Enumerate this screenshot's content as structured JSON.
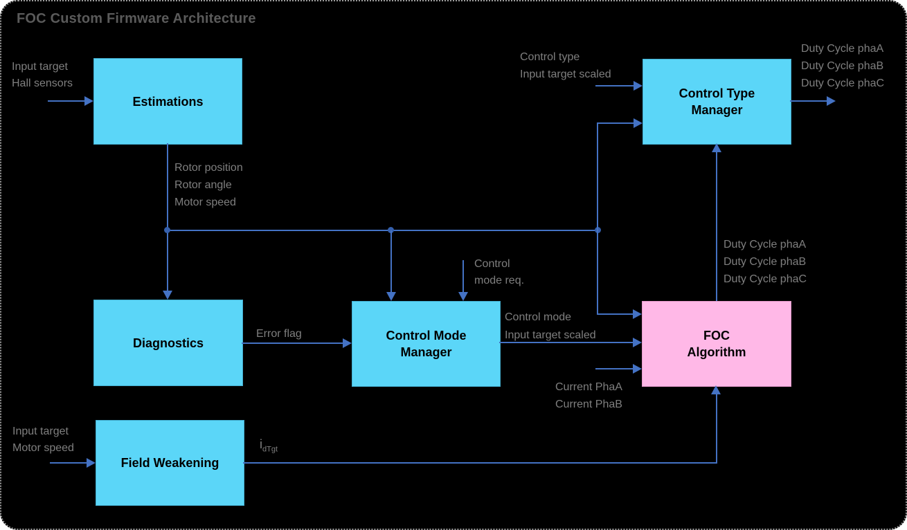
{
  "title": "FOC Custom Firmware Architecture",
  "colors": {
    "background": "#000000",
    "frame_border": "#9b9b9b",
    "node_fill": "#5BD6F8",
    "foc_fill": "#FFB8E7",
    "connector": "#4472C4",
    "junction": "#3560AD",
    "label_text": "#7f7f7f",
    "title_text": "#5a5a5a",
    "node_text": "#000000"
  },
  "nodes": [
    {
      "id": "estimations",
      "label": "Estimations"
    },
    {
      "id": "control-type-manager",
      "label": "Control Type\nManager"
    },
    {
      "id": "diagnostics",
      "label": "Diagnostics"
    },
    {
      "id": "control-mode-manager",
      "label": "Control Mode\nManager"
    },
    {
      "id": "foc-algorithm",
      "label": "FOC\nAlgorithm"
    },
    {
      "id": "field-weakening",
      "label": "Field Weakening"
    }
  ],
  "labels": {
    "estimations_inputs": "Input target\nHall sensors",
    "estimations_outputs": "Rotor position\nRotor angle\nMotor speed",
    "ctm_inputs": "Control type\nInput target scaled",
    "ctm_outputs": "Duty Cycle phaA\nDuty Cycle phaB\nDuty Cycle phaC",
    "foc_outputs": "Duty Cycle phaA\nDuty Cycle phaB\nDuty Cycle phaC",
    "cmm_request": "Control\nmode req.",
    "error_flag": "Error flag",
    "cmm_outputs": "Control mode\nInput target scaled",
    "foc_current_inputs": "Current PhaA\nCurrent PhaB",
    "fw_inputs": "Input target\nMotor speed",
    "fw_output_base": "i",
    "fw_output_sub": "dTgt"
  }
}
